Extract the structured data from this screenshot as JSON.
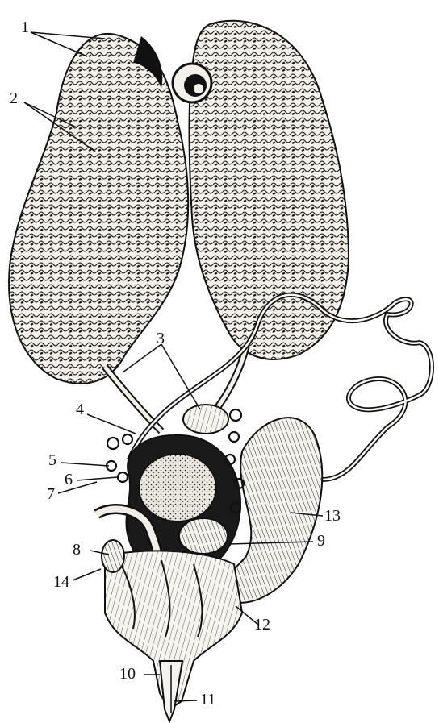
{
  "figure": {
    "labels": {
      "l1": "1",
      "l2": "2",
      "l3": "3",
      "l4": "4",
      "l5": "5",
      "l6": "6",
      "l7": "7",
      "l8": "8",
      "l9": "9",
      "l10": "10",
      "l11": "11",
      "l12": "12",
      "l13": "13",
      "l14": "14"
    }
  }
}
